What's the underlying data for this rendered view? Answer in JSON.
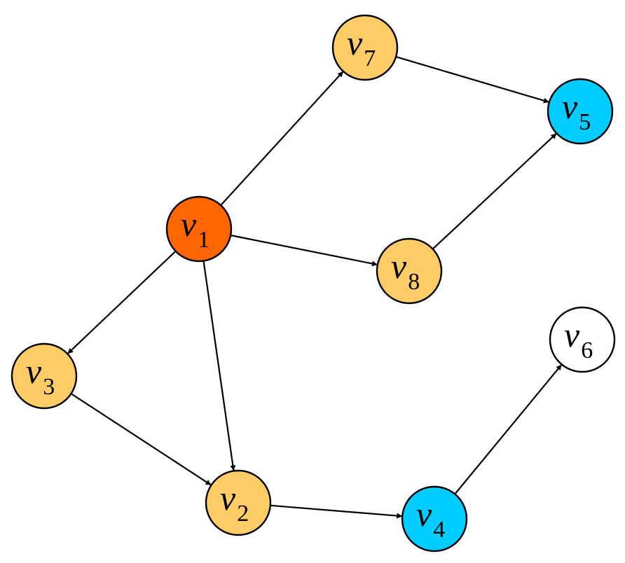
{
  "colors": {
    "source": "#FF6600",
    "intermediate": "#FFCC66",
    "target": "#00CCFF",
    "unreached": "#FFFFFF",
    "stroke": "#000000"
  },
  "nodes": [
    {
      "id": "v1",
      "var": "v",
      "sub": "1",
      "role": "source"
    },
    {
      "id": "v2",
      "var": "v",
      "sub": "2",
      "role": "intermediate"
    },
    {
      "id": "v3",
      "var": "v",
      "sub": "3",
      "role": "intermediate"
    },
    {
      "id": "v4",
      "var": "v",
      "sub": "4",
      "role": "target"
    },
    {
      "id": "v5",
      "var": "v",
      "sub": "5",
      "role": "target"
    },
    {
      "id": "v6",
      "var": "v",
      "sub": "6",
      "role": "unreached"
    },
    {
      "id": "v7",
      "var": "v",
      "sub": "7",
      "role": "intermediate"
    },
    {
      "id": "v8",
      "var": "v",
      "sub": "8",
      "role": "intermediate"
    }
  ],
  "edges": [
    {
      "from": "v1",
      "to": "v7"
    },
    {
      "from": "v1",
      "to": "v8"
    },
    {
      "from": "v1",
      "to": "v3"
    },
    {
      "from": "v1",
      "to": "v2"
    },
    {
      "from": "v7",
      "to": "v5"
    },
    {
      "from": "v8",
      "to": "v5"
    },
    {
      "from": "v3",
      "to": "v2"
    },
    {
      "from": "v2",
      "to": "v4"
    },
    {
      "from": "v4",
      "to": "v6"
    }
  ]
}
